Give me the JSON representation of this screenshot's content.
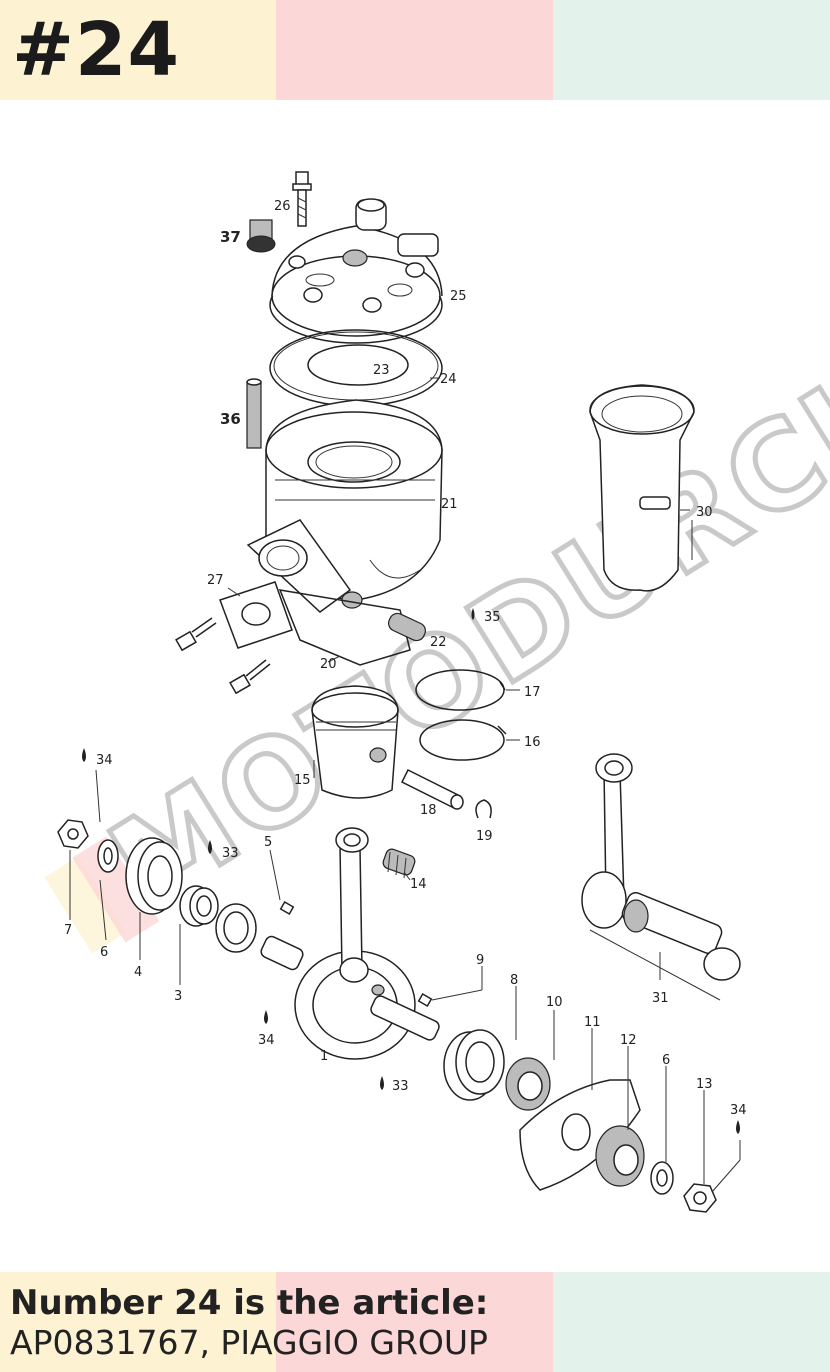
{
  "header": {
    "part_number": "#24"
  },
  "caption": {
    "line1": "Number 24 is the article:",
    "line2": "AP0831767, PIAGGIO GROUP"
  },
  "watermark": "MOTODURCIA",
  "labels": {
    "l1": "1",
    "l3": "3",
    "l4": "4",
    "l5": "5",
    "l6a": "6",
    "l6b": "6",
    "l7": "7",
    "l8": "8",
    "l9": "9",
    "l10": "10",
    "l11": "11",
    "l12": "12",
    "l13": "13",
    "l14": "14",
    "l15": "15",
    "l16": "16",
    "l17": "17",
    "l18": "18",
    "l19": "19",
    "l20": "20",
    "l21": "21",
    "l22": "22",
    "l23": "23",
    "l24": "24",
    "l25": "25",
    "l26": "26",
    "l27": "27",
    "l30": "30",
    "l31": "31",
    "l33a": "33",
    "l33b": "33",
    "l34a": "34",
    "l34b": "34",
    "l34c": "34",
    "l35": "35",
    "l36": "36",
    "l37": "37"
  },
  "colors": {
    "band1": "#fdf3d3",
    "band2": "#fbd7d7",
    "band3": "#e3f3ec"
  }
}
